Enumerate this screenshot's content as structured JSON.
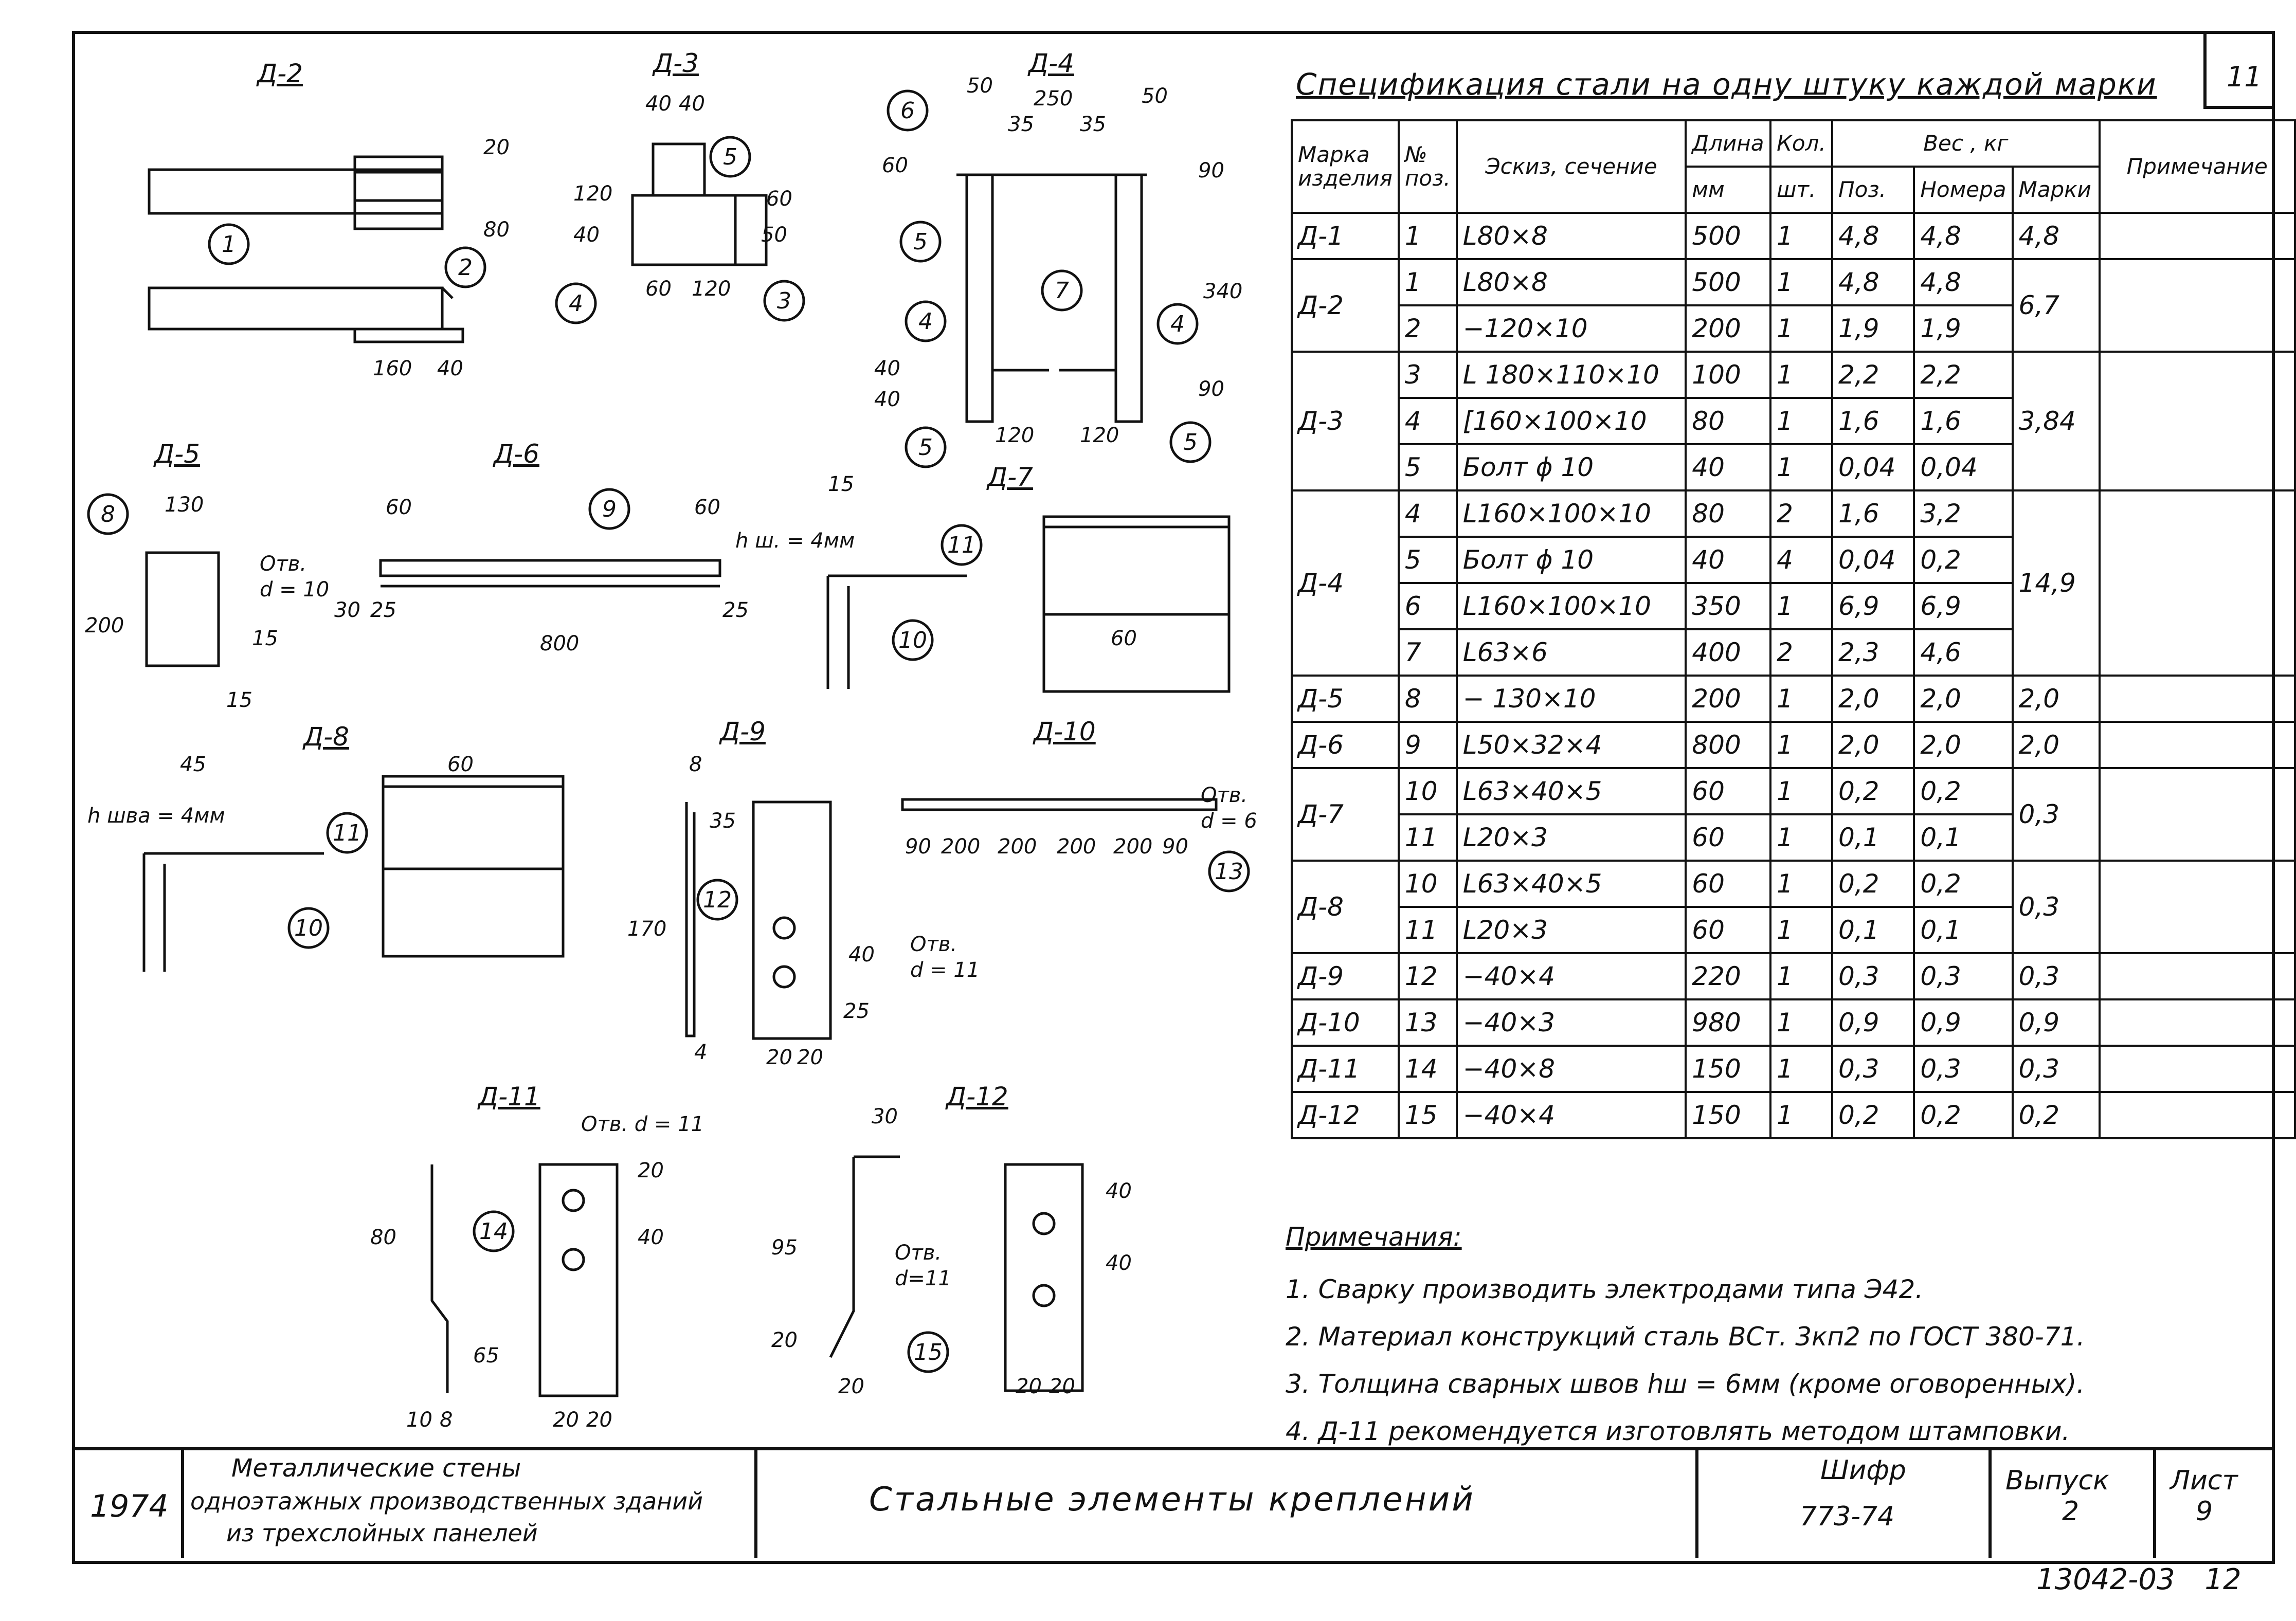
{
  "sheet_corner_number": "11",
  "drawing_labels": [
    "Д-2",
    "Д-3",
    "Д-4",
    "Д-5",
    "Д-6",
    "Д-7",
    "Д-8",
    "Д-9",
    "Д-10",
    "Д-11",
    "Д-12"
  ],
  "drawing_texts": {
    "d2_dims": [
      "20",
      "80",
      "160",
      "40"
    ],
    "d3_dims": [
      "40",
      "40",
      "120",
      "40",
      "60",
      "120",
      "50",
      "60"
    ],
    "d4_dims": [
      "50",
      "250",
      "50",
      "35",
      "35",
      "60",
      "90",
      "340",
      "40",
      "40",
      "120",
      "120",
      "90"
    ],
    "d5_dims": [
      "130",
      "200",
      "15",
      "15"
    ],
    "d6_dims": [
      "60",
      "60",
      "Отв.",
      "d = 10",
      "30",
      "25",
      "800",
      "25"
    ],
    "d7_dims": [
      "15",
      "h ш. = 4мм",
      "60"
    ],
    "d8_dims": [
      "45",
      "60",
      "h шва = 4мм"
    ],
    "d9_dims": [
      "8",
      "35",
      "170",
      "40",
      "25",
      "4",
      "20",
      "20",
      "Отв.",
      "d = 11"
    ],
    "d10_dims": [
      "90",
      "200",
      "200",
      "200",
      "200",
      "90",
      "Отв.",
      "d = 6"
    ],
    "d11_dims": [
      "Отв. d = 11",
      "80",
      "20",
      "40",
      "65",
      "10",
      "8",
      "20",
      "20"
    ],
    "d12_dims": [
      "30",
      "95",
      "20",
      "20",
      "40",
      "40",
      "Отв.",
      "d=11",
      "20",
      "20"
    ],
    "callouts": [
      "1",
      "2",
      "3",
      "4",
      "5",
      "4",
      "5",
      "6",
      "5",
      "7",
      "4",
      "5",
      "8",
      "9",
      "11",
      "10",
      "11",
      "10",
      "12",
      "13",
      "14",
      "15"
    ]
  },
  "spec": {
    "title": "Спецификация стали на одну штуку каждой марки",
    "headers": {
      "mark": "Марка изделия",
      "pos": "№ поз.",
      "sketch": "Эскиз, сечение",
      "length": "Длина",
      "length_unit": "мм",
      "qty": "Кол.",
      "qty_unit": "шт.",
      "weight": "Вес , кг",
      "w_pos": "Поз.",
      "w_num": "Номера",
      "w_mark": "Марки",
      "note": "Примечание"
    },
    "groups": [
      {
        "mark": "Д-1",
        "rows": [
          {
            "pos": "1",
            "sec": "L80×8",
            "len": "500",
            "qty": "1",
            "wp": "4,8",
            "wn": "4,8"
          }
        ],
        "total": "4,8"
      },
      {
        "mark": "Д-2",
        "rows": [
          {
            "pos": "1",
            "sec": "L80×8",
            "len": "500",
            "qty": "1",
            "wp": "4,8",
            "wn": "4,8"
          },
          {
            "pos": "2",
            "sec": "−120×10",
            "len": "200",
            "qty": "1",
            "wp": "1,9",
            "wn": "1,9"
          }
        ],
        "total": "6,7"
      },
      {
        "mark": "Д-3",
        "rows": [
          {
            "pos": "3",
            "sec": "L 180×110×10",
            "len": "100",
            "qty": "1",
            "wp": "2,2",
            "wn": "2,2"
          },
          {
            "pos": "4",
            "sec": "[160×100×10",
            "len": "80",
            "qty": "1",
            "wp": "1,6",
            "wn": "1,6"
          },
          {
            "pos": "5",
            "sec": "Болт ϕ 10",
            "len": "40",
            "qty": "1",
            "wp": "0,04",
            "wn": "0,04"
          }
        ],
        "total": "3,84"
      },
      {
        "mark": "Д-4",
        "rows": [
          {
            "pos": "4",
            "sec": "L160×100×10",
            "len": "80",
            "qty": "2",
            "wp": "1,6",
            "wn": "3,2"
          },
          {
            "pos": "5",
            "sec": "Болт ϕ 10",
            "len": "40",
            "qty": "4",
            "wp": "0,04",
            "wn": "0,2"
          },
          {
            "pos": "6",
            "sec": "L160×100×10",
            "len": "350",
            "qty": "1",
            "wp": "6,9",
            "wn": "6,9"
          },
          {
            "pos": "7",
            "sec": "L63×6",
            "len": "400",
            "qty": "2",
            "wp": "2,3",
            "wn": "4,6"
          }
        ],
        "total": "14,9"
      },
      {
        "mark": "Д-5",
        "rows": [
          {
            "pos": "8",
            "sec": "− 130×10",
            "len": "200",
            "qty": "1",
            "wp": "2,0",
            "wn": "2,0"
          }
        ],
        "total": "2,0"
      },
      {
        "mark": "Д-6",
        "rows": [
          {
            "pos": "9",
            "sec": "L50×32×4",
            "len": "800",
            "qty": "1",
            "wp": "2,0",
            "wn": "2,0"
          }
        ],
        "total": "2,0"
      },
      {
        "mark": "Д-7",
        "rows": [
          {
            "pos": "10",
            "sec": "L63×40×5",
            "len": "60",
            "qty": "1",
            "wp": "0,2",
            "wn": "0,2"
          },
          {
            "pos": "11",
            "sec": "L20×3",
            "len": "60",
            "qty": "1",
            "wp": "0,1",
            "wn": "0,1"
          }
        ],
        "total": "0,3"
      },
      {
        "mark": "Д-8",
        "rows": [
          {
            "pos": "10",
            "sec": "L63×40×5",
            "len": "60",
            "qty": "1",
            "wp": "0,2",
            "wn": "0,2"
          },
          {
            "pos": "11",
            "sec": "L20×3",
            "len": "60",
            "qty": "1",
            "wp": "0,1",
            "wn": "0,1"
          }
        ],
        "total": "0,3"
      },
      {
        "mark": "Д-9",
        "rows": [
          {
            "pos": "12",
            "sec": "−40×4",
            "len": "220",
            "qty": "1",
            "wp": "0,3",
            "wn": "0,3"
          }
        ],
        "total": "0,3"
      },
      {
        "mark": "Д-10",
        "rows": [
          {
            "pos": "13",
            "sec": "−40×3",
            "len": "980",
            "qty": "1",
            "wp": "0,9",
            "wn": "0,9"
          }
        ],
        "total": "0,9"
      },
      {
        "mark": "Д-11",
        "rows": [
          {
            "pos": "14",
            "sec": "−40×8",
            "len": "150",
            "qty": "1",
            "wp": "0,3",
            "wn": "0,3"
          }
        ],
        "total": "0,3"
      },
      {
        "mark": "Д-12",
        "rows": [
          {
            "pos": "15",
            "sec": "−40×4",
            "len": "150",
            "qty": "1",
            "wp": "0,2",
            "wn": "0,2"
          }
        ],
        "total": "0,2"
      }
    ]
  },
  "notes": {
    "heading": "Примечания:",
    "items": [
      "1. Сварку производить электродами типа Э42.",
      "2. Материал конструкций сталь ВСт. 3кп2 по ГОСТ 380-71.",
      "3. Толщина сварных швов hш = 6мм (кроме оговоренных).",
      "4. Д-11 рекомендуется изготовлять методом штамповки."
    ]
  },
  "title_block": {
    "year": "1974",
    "project_line1": "Металлические стены",
    "project_line2": "одноэтажных производственных зданий",
    "project_line3": "из трехслойных панелей",
    "sheet_title": "Стальные элементы креплений",
    "code_label": "Шифр",
    "code_value": "773-74",
    "issue_label": "Выпуск",
    "issue_value": "2",
    "sheet_label": "Лист",
    "sheet_value": "9"
  },
  "archive_number": "13042-03",
  "archive_page": "12"
}
